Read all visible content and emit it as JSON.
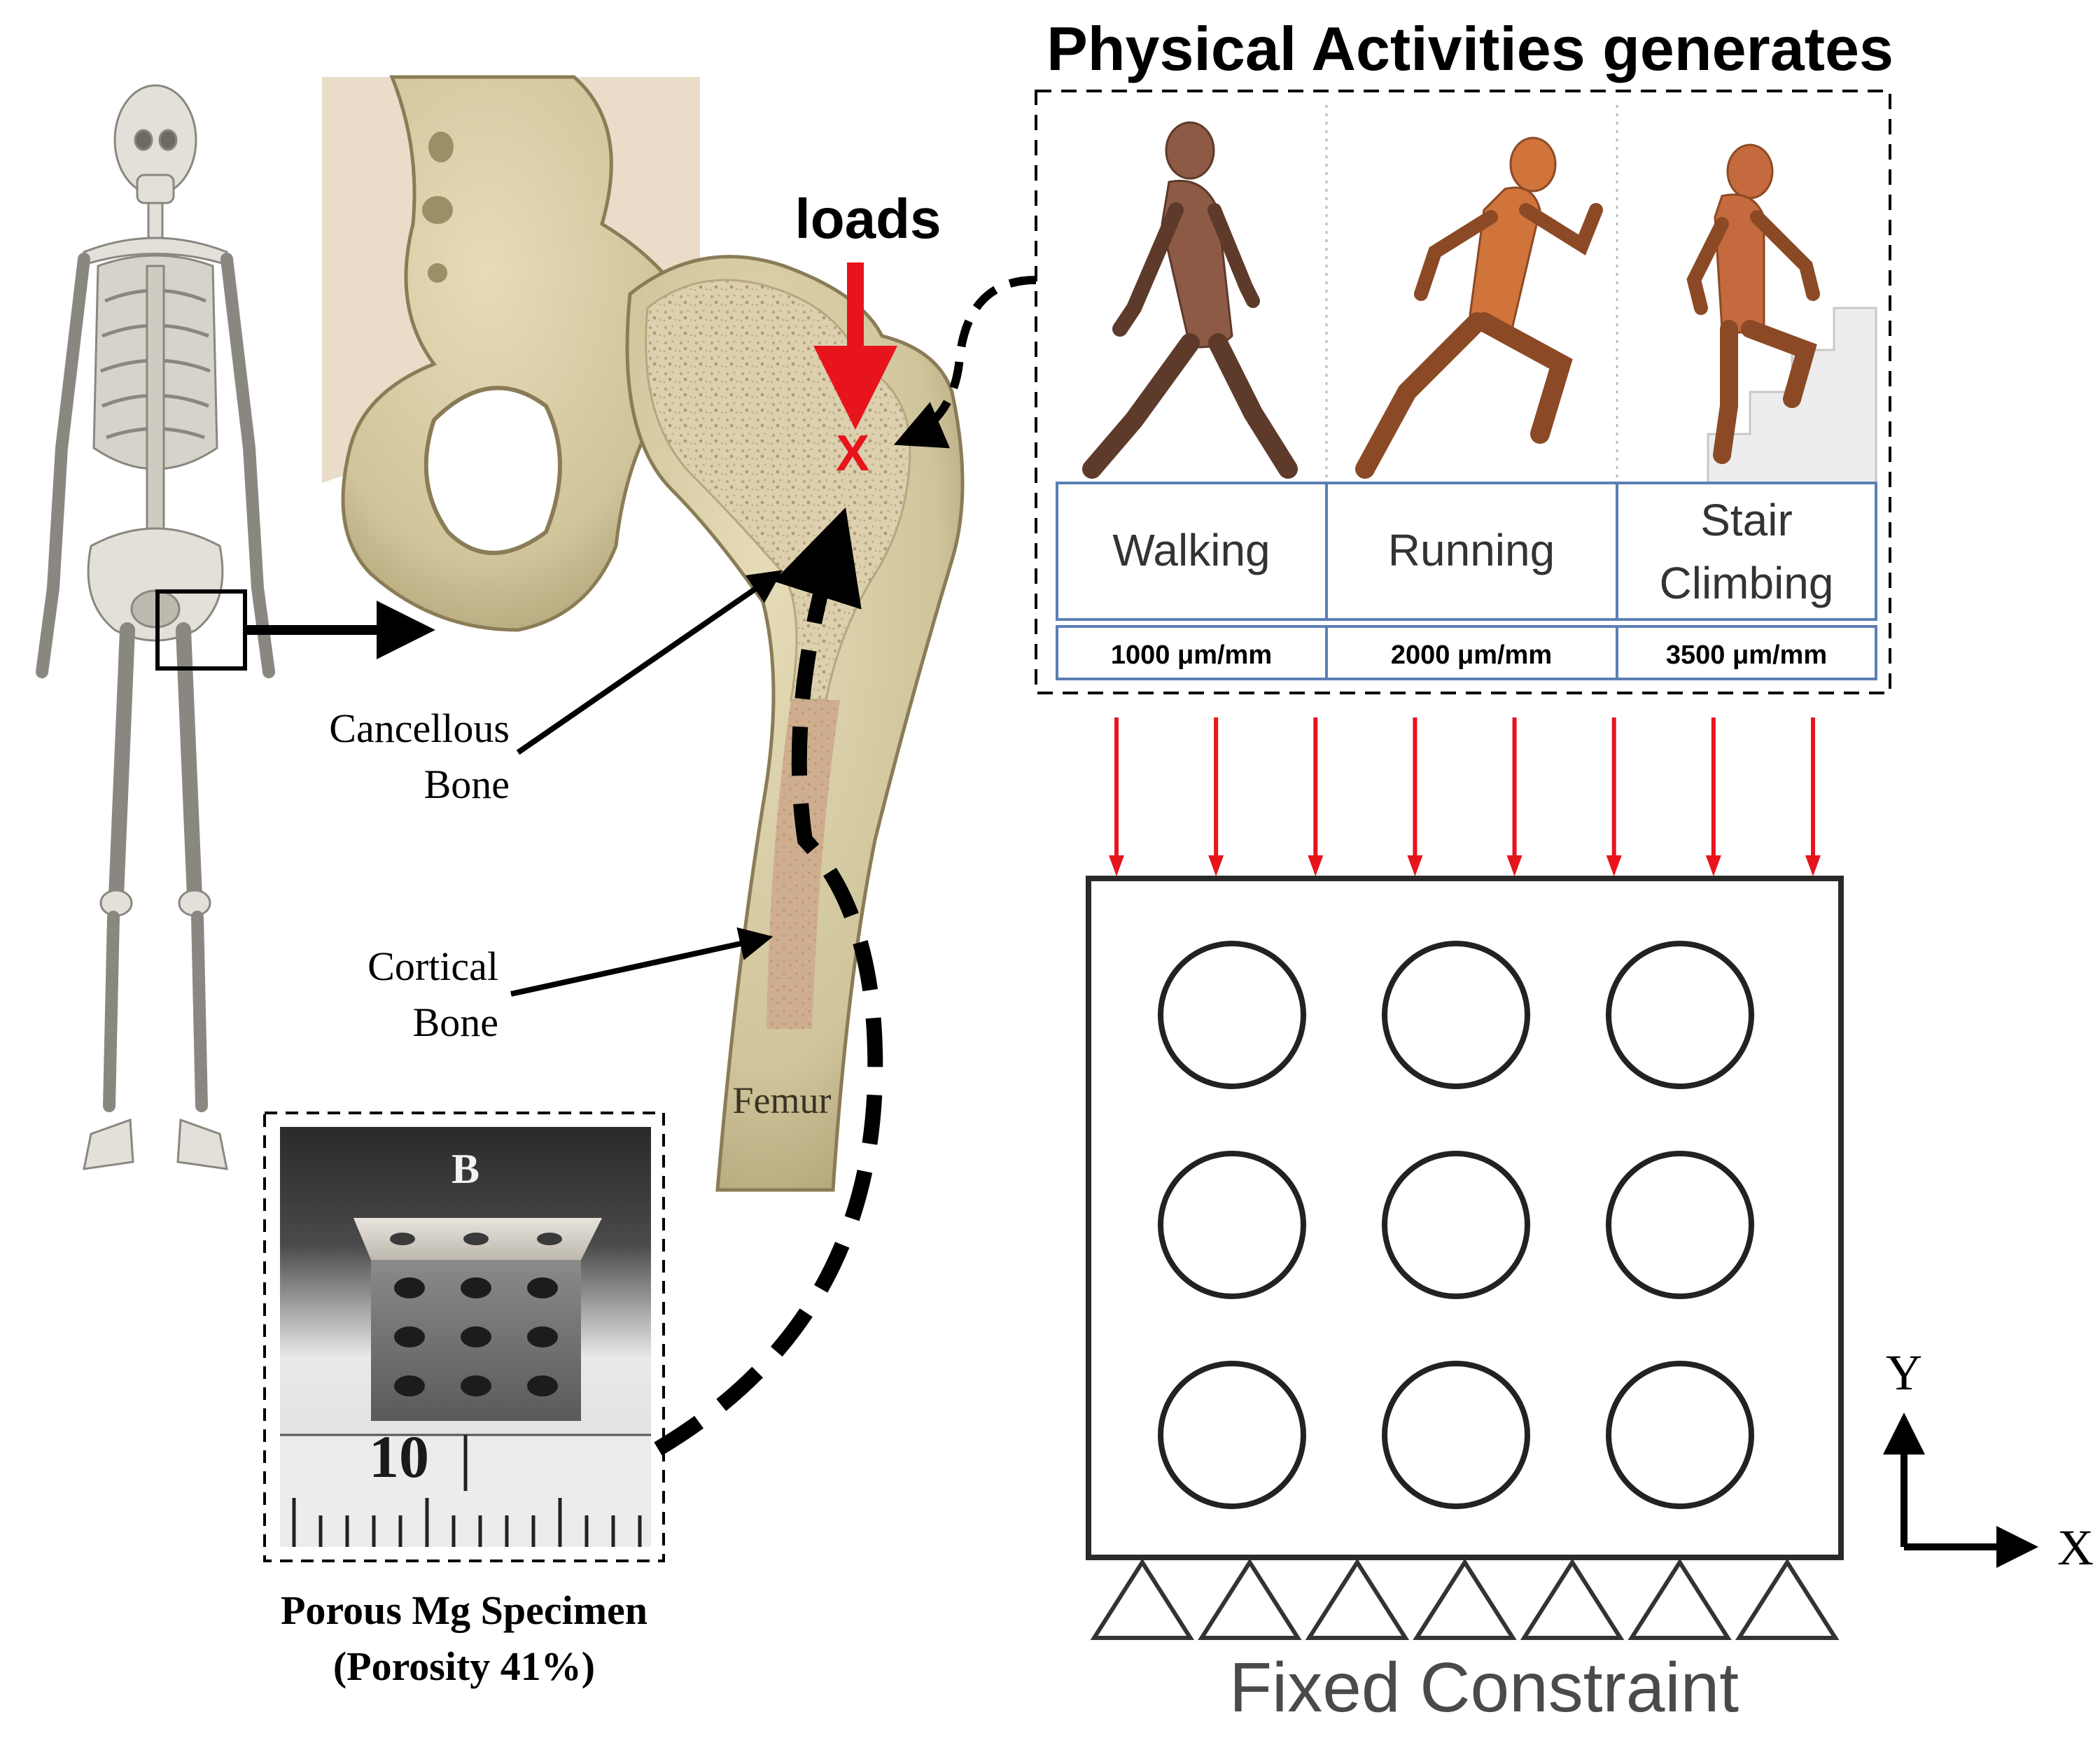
{
  "header": {
    "title": "Physical Activities generates"
  },
  "hip": {
    "loads_label": "loads",
    "load_point_marker": "X",
    "cancellous_label_line1": "Cancellous",
    "cancellous_label_line2": "Bone",
    "cortical_label_line1": "Cortical",
    "cortical_label_line2": "Bone",
    "femur_label": "Femur"
  },
  "activities": [
    {
      "name_line1": "Walking",
      "name_line2": "",
      "strain": "1000 μm/mm"
    },
    {
      "name_line1": "Running",
      "name_line2": "",
      "strain": "2000 μm/mm"
    },
    {
      "name_line1": "Stair",
      "name_line2": "Climbing",
      "strain": "3500 μm/mm"
    }
  ],
  "specimen": {
    "photo_letter": "B",
    "ruler_number": "10",
    "caption_line1": "Porous Mg Specimen",
    "caption_line2": "(Porosity 41%)"
  },
  "model": {
    "hole_grid": {
      "rows": 3,
      "cols": 3
    },
    "load_arrow_count": 8,
    "support_count": 7,
    "constraint_label": "Fixed Constraint",
    "axis_y_label": "Y",
    "axis_x_label": "X"
  },
  "colors": {
    "load_red": "#e8141c",
    "bone": "#cfc49a",
    "bone_dark": "#9f9066",
    "marrow": "#c9ab8c",
    "muscle": "#c8663a",
    "table_border": "#5b7fb5",
    "constraint_text": "#4a4a4a"
  }
}
